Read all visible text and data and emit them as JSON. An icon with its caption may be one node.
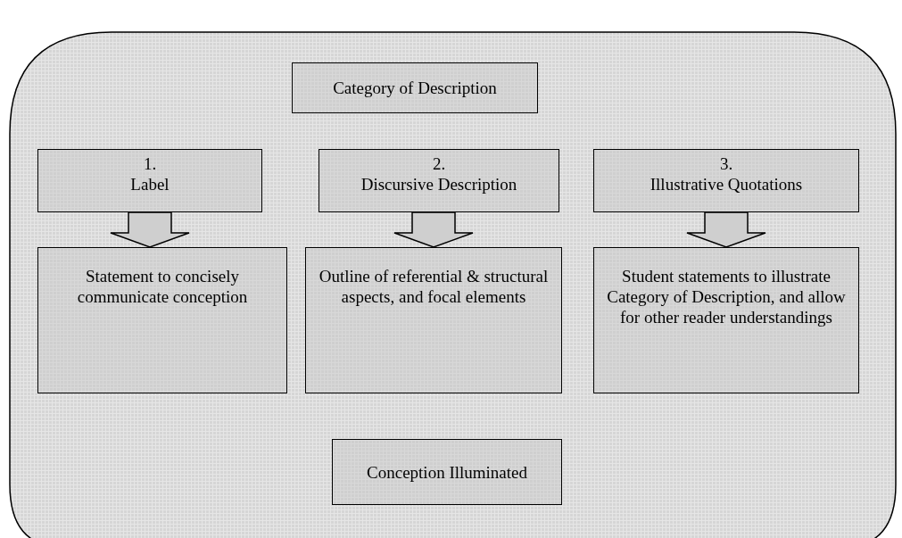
{
  "diagram": {
    "nodes": [
      {
        "text": [],
        "shape": "box"
      },
      {
        "text": [
          "Category of Description"
        ],
        "in": 0
      },
      {
        "text": [
          "1.",
          "Label"
        ],
        "in": 0
      },
      {
        "text": [
          "2.",
          "Discursive Description"
        ],
        "in": 0
      },
      {
        "text": [
          "3.",
          "Illustrative Quotations"
        ],
        "in": 0
      },
      {
        "text": [
          "Statement to concisely communicate conception"
        ],
        "in": 0
      },
      {
        "text": [
          "Outline of referential & structural aspects, and focal elements"
        ],
        "in": 0
      },
      {
        "text": [
          "Student statements to illustrate Category of Description, and allow for other reader understandings"
        ],
        "in": 0
      },
      {
        "text": [
          "Conception Illuminated"
        ],
        "in": 0
      }
    ],
    "edges": [
      {
        "from": 2,
        "to": 5,
        "arrow": "to"
      },
      {
        "from": 3,
        "to": 6,
        "arrow": "to"
      },
      {
        "from": 4,
        "to": 7,
        "arrow": "to"
      }
    ]
  }
}
